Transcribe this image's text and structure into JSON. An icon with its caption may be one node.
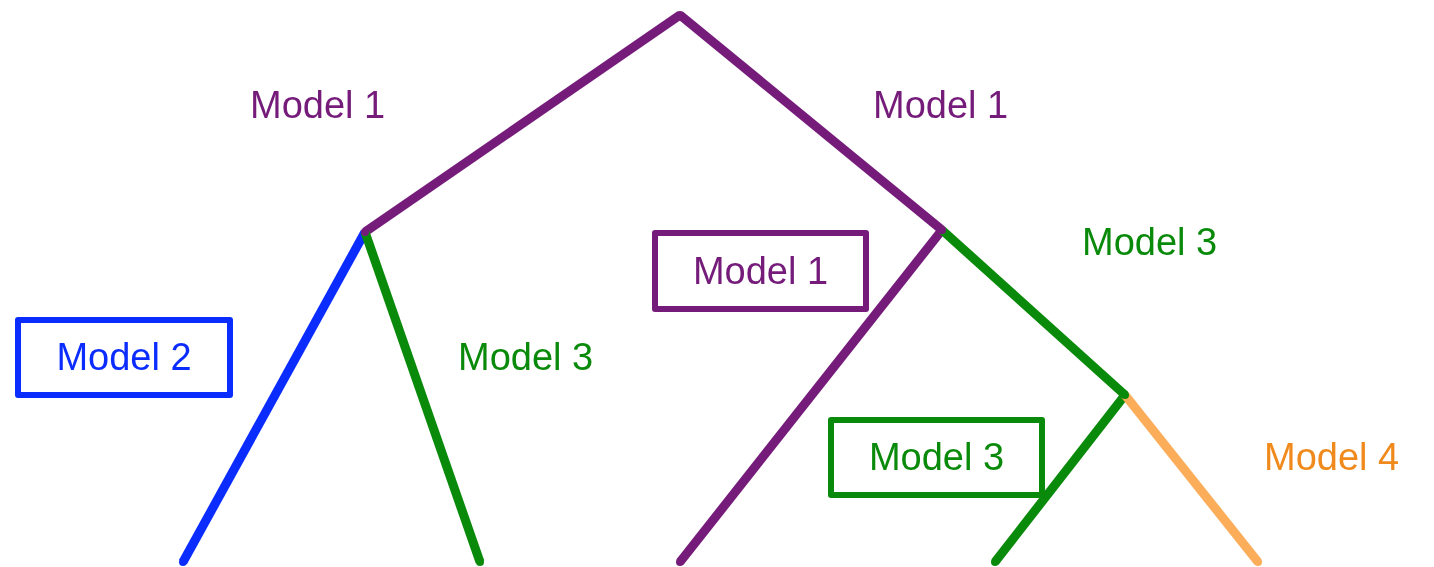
{
  "diagram": {
    "nodes": [
      {
        "text": [],
        "shape": "point"
      },
      {
        "text": [],
        "shape": "point"
      },
      {
        "text": [],
        "shape": "point"
      },
      {
        "text": [],
        "shape": "point"
      },
      {
        "text": [],
        "shape": "point"
      },
      {
        "text": [],
        "shape": "point"
      },
      {
        "text": [],
        "shape": "point"
      },
      {
        "text": [],
        "shape": "point"
      },
      {
        "text": [],
        "shape": "point"
      },
      {
        "text": [
          "Model 2"
        ]
      },
      {
        "text": [
          "Model 1"
        ]
      },
      {
        "text": [
          "Model 3"
        ]
      }
    ],
    "edges": [
      {
        "from": 0,
        "to": 1,
        "arrow": "none",
        "color": "#751c7b",
        "label": "Model 1"
      },
      {
        "from": 0,
        "to": 2,
        "arrow": "none",
        "color": "#751c7b",
        "label": "Model 1"
      },
      {
        "from": 1,
        "to": 4,
        "arrow": "none",
        "color": "#0b2cff"
      },
      {
        "from": 1,
        "to": 5,
        "arrow": "none",
        "color": "#0a8a0a",
        "label": "Model 3"
      },
      {
        "from": 2,
        "to": 6,
        "arrow": "none",
        "color": "#751c7b"
      },
      {
        "from": 2,
        "to": 3,
        "arrow": "none",
        "color": "#0a8a0a",
        "label": "Model 3"
      },
      {
        "from": 3,
        "to": 7,
        "arrow": "none",
        "color": "#0a8a0a"
      },
      {
        "from": 3,
        "to": 8,
        "arrow": "none",
        "color": "#fbad5a",
        "label": "Model 4"
      }
    ]
  }
}
